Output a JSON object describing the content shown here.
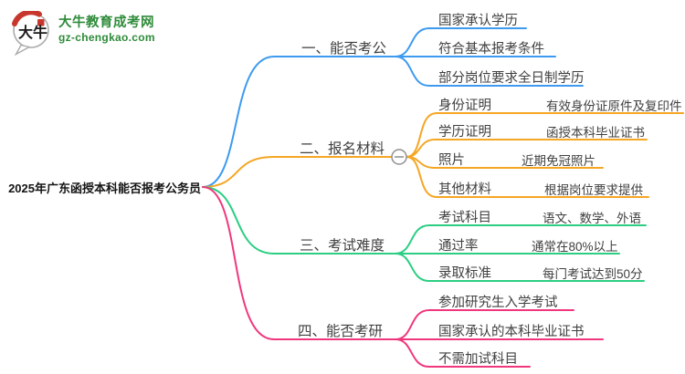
{
  "brand": {
    "title": "大牛教育成考网",
    "url": "gz-chengkao.com",
    "logo_text": "大牛"
  },
  "icons": {
    "collapse": "minus-circle",
    "logo": "speech-bubble-ox-logo"
  },
  "colors": {
    "branch1": "#3D9AF0",
    "branch2": "#F5A623",
    "branch3": "#2BCE82",
    "branch4": "#F0377E",
    "brand_green": "#2E8B3A",
    "brand_red": "#C8372D"
  },
  "mindmap": {
    "root": "2025年广东函授本科能否报考公务员",
    "branches": [
      {
        "label": "一、能否考公",
        "color": "#3D9AF0",
        "children": [
          {
            "label": "国家承认学历"
          },
          {
            "label": "符合基本报考条件"
          },
          {
            "label": "部分岗位要求全日制学历"
          }
        ]
      },
      {
        "label": "二、报名材料",
        "color": "#F5A623",
        "collapsed": false,
        "children": [
          {
            "label": "身份证明",
            "detail": "有效身份证原件及复印件"
          },
          {
            "label": "学历证明",
            "detail": "函授本科毕业证书"
          },
          {
            "label": "照片",
            "detail": "近期免冠照片"
          },
          {
            "label": "其他材料",
            "detail": "根据岗位要求提供"
          }
        ]
      },
      {
        "label": "三、考试难度",
        "color": "#2BCE82",
        "children": [
          {
            "label": "考试科目",
            "detail": "语文、数学、外语"
          },
          {
            "label": "通过率",
            "detail": "通常在80%以上"
          },
          {
            "label": "录取标准",
            "detail": "每门考试达到50分"
          }
        ]
      },
      {
        "label": "四、能否考研",
        "color": "#F0377E",
        "children": [
          {
            "label": "参加研究生入学考试"
          },
          {
            "label": "国家承认的本科毕业证书"
          },
          {
            "label": "不需加试科目"
          }
        ]
      }
    ]
  }
}
